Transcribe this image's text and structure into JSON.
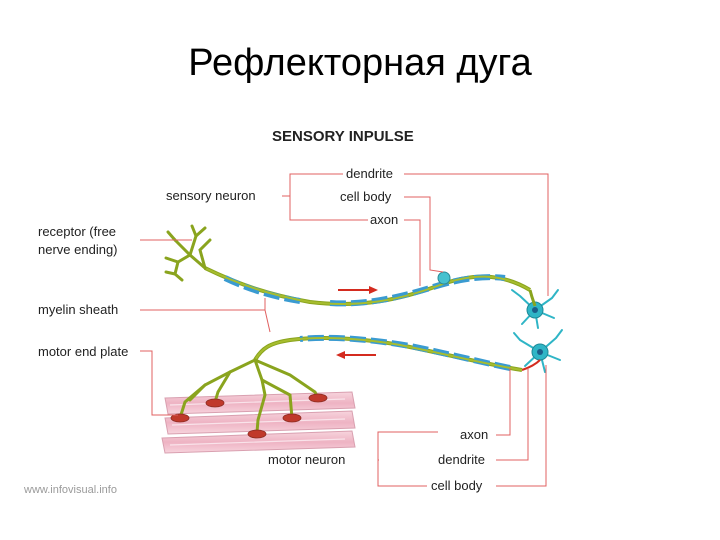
{
  "title": "Рефлекторная дуга",
  "diagram": {
    "heading": "SENSORY INPULSE",
    "labels": {
      "dendrite_top": "dendrite",
      "sensory_neuron": "sensory neuron",
      "cell_body_top": "cell body",
      "axon_top": "axon",
      "receptor_line1": "receptor (free",
      "receptor_line2": "nerve ending)",
      "myelin_sheath": "myelin sheath",
      "motor_end_plate": "motor end plate",
      "axon_bottom": "axon",
      "motor_neuron": "motor neuron",
      "dendrite_bottom": "dendrite",
      "cell_body_bottom": "cell body"
    },
    "watermark": "www.infovisual.info",
    "colors": {
      "nerve": "#8aa41e",
      "myelin": "#3a9bd1",
      "arrow": "#d42b1f",
      "leader": "#e06060",
      "muscle": "#f3c2cf",
      "neuron_cell": "#2fb5c6",
      "end_plate": "#c0392b"
    }
  }
}
